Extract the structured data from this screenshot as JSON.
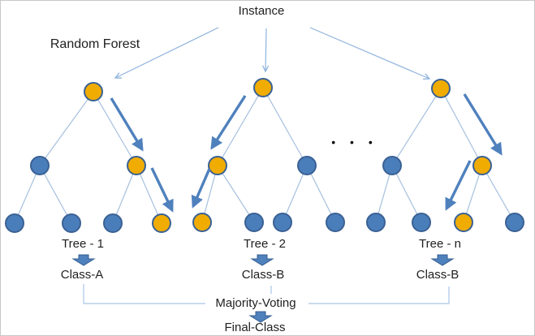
{
  "diagram": {
    "instance_label": "Instance",
    "forest_label": "Random Forest",
    "ellipsis": "• • •",
    "trees": [
      {
        "label": "Tree - 1",
        "result": "Class-A"
      },
      {
        "label": "Tree - 2",
        "result": "Class-B"
      },
      {
        "label": "Tree - n",
        "result": "Class-B"
      }
    ],
    "majority_label": "Majority-Voting",
    "final_label": "Final-Class",
    "colors": {
      "node_blue": "#4a7ebb",
      "node_orange": "#f0ac00",
      "node_border": "#3a6194",
      "edge_light_blue": "#a6c0de",
      "arrow_blue": "#4f81bd",
      "text": "#1f1f1f"
    }
  }
}
